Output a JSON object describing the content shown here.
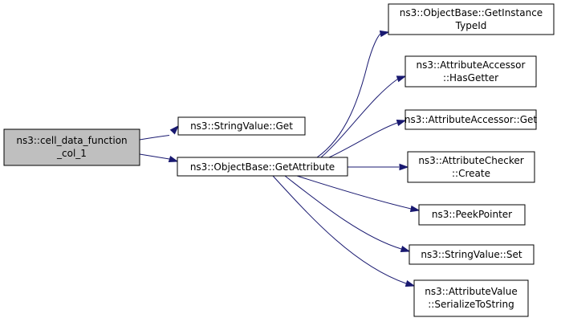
{
  "colors": {
    "root_fill": "#bfbfbf",
    "node_fill": "#ffffff",
    "border": "#000000",
    "edge": "#191970"
  },
  "nodes": {
    "root": [
      "ns3::cell_data_function",
      "_col_1"
    ],
    "stringvalue_get": [
      "ns3::StringValue::Get"
    ],
    "getattribute": [
      "ns3::ObjectBase::GetAttribute"
    ],
    "getinstancetypeid": [
      "ns3::ObjectBase::GetInstance",
      "TypeId"
    ],
    "hasgetter": [
      "ns3::AttributeAccessor",
      "::HasGetter"
    ],
    "accessor_get": [
      "ns3::AttributeAccessor::Get"
    ],
    "checker_create": [
      "ns3::AttributeChecker",
      "::Create"
    ],
    "peekpointer": [
      "ns3::PeekPointer"
    ],
    "stringvalue_set": [
      "ns3::StringValue::Set"
    ],
    "serializetostring": [
      "ns3::AttributeValue",
      "::SerializeToString"
    ]
  },
  "edges": [
    {
      "from": "root",
      "to": "stringvalue_get"
    },
    {
      "from": "root",
      "to": "getattribute"
    },
    {
      "from": "getattribute",
      "to": "getinstancetypeid"
    },
    {
      "from": "getattribute",
      "to": "hasgetter"
    },
    {
      "from": "getattribute",
      "to": "accessor_get"
    },
    {
      "from": "getattribute",
      "to": "checker_create"
    },
    {
      "from": "getattribute",
      "to": "peekpointer"
    },
    {
      "from": "getattribute",
      "to": "stringvalue_set"
    },
    {
      "from": "getattribute",
      "to": "serializetostring"
    }
  ]
}
